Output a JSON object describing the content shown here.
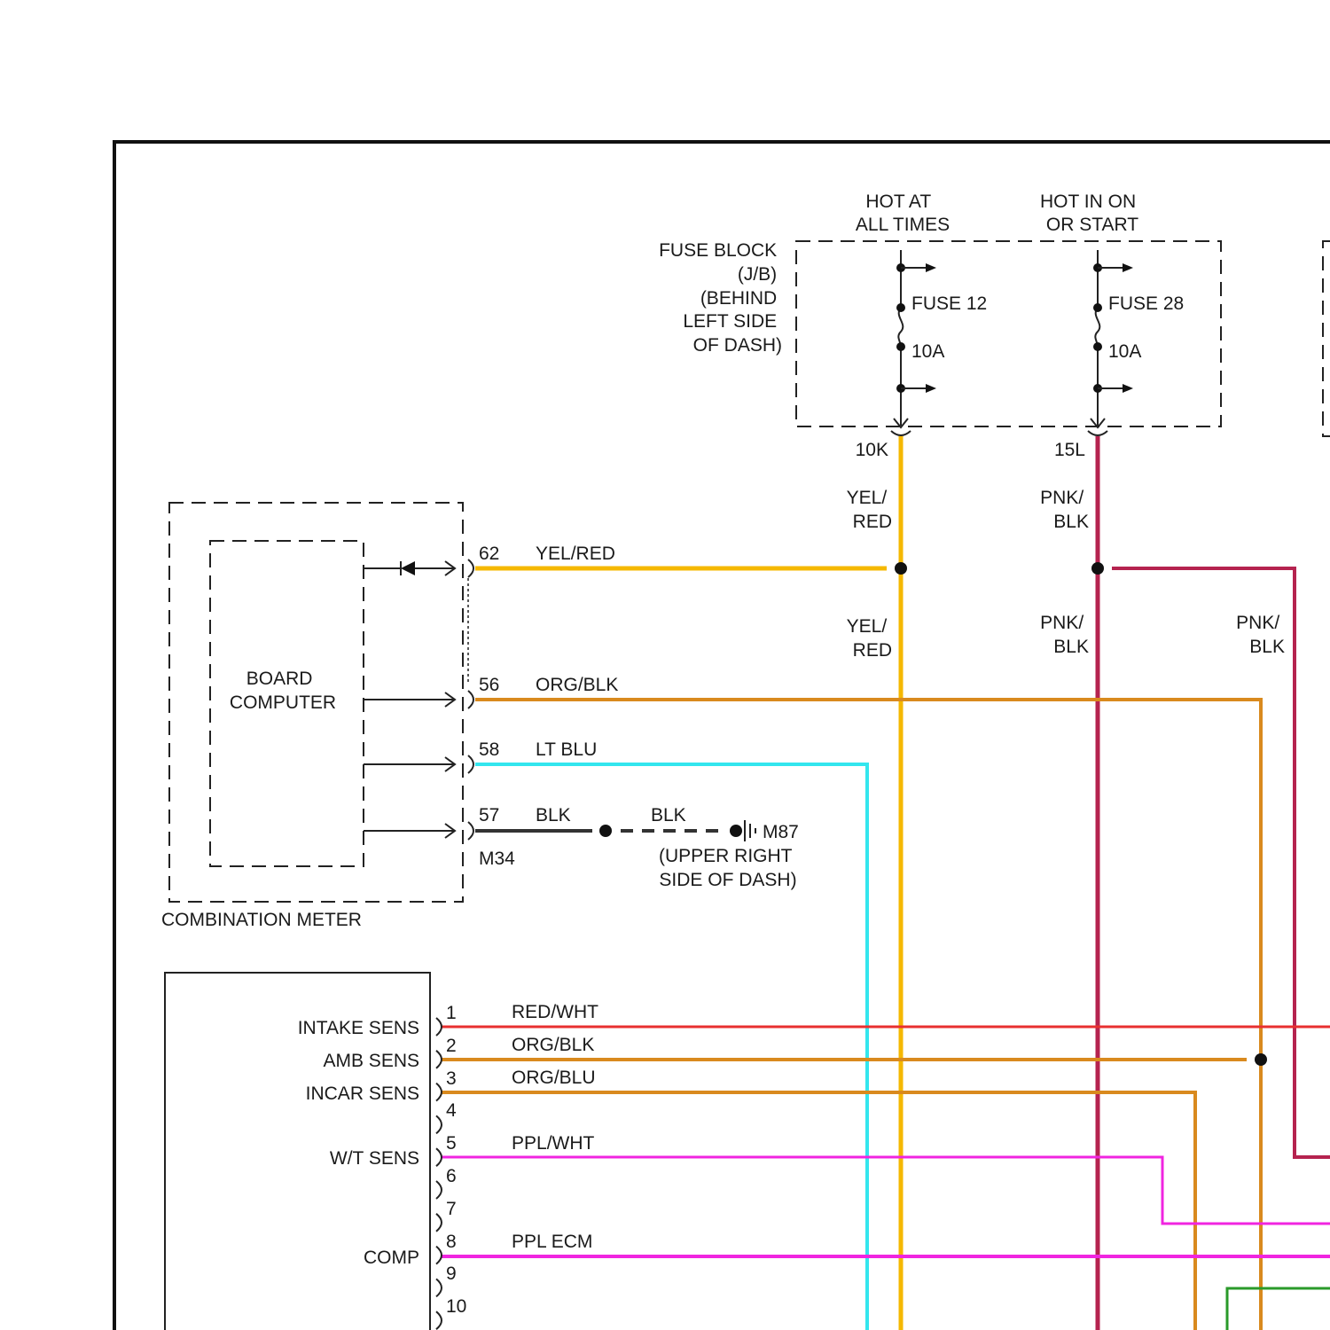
{
  "colors": {
    "yel_red": "#f5b800",
    "pnk_blk": "#b5234f",
    "org_blk": "#d98a1e",
    "lt_blu": "#33e6ee",
    "blk": "#222222",
    "red_wht": "#e83030",
    "org_blu": "#d98a1e",
    "ppl_wht": "#f025e0",
    "ppl_ecm": "#f025e0",
    "grn": "#2a9a2a"
  },
  "fuse_block": {
    "label": [
      "FUSE BLOCK",
      "(J/B)",
      "(BEHIND",
      "LEFT SIDE",
      "OF DASH)"
    ],
    "hot_at_all_times": [
      "HOT AT",
      "ALL TIMES"
    ],
    "hot_in_on": [
      "HOT IN ON",
      "OR START"
    ],
    "fuse12_name": "FUSE 12",
    "fuse12_amp": "10A",
    "fuse28_name": "FUSE 28",
    "fuse28_amp": "10A",
    "terminal_left": "10K",
    "terminal_right": "15L"
  },
  "wire_labels": {
    "yel_red_top": [
      "YEL/",
      "RED"
    ],
    "pnk_blk_top": [
      "PNK/",
      "BLK"
    ],
    "yel_red_mid": [
      "YEL/",
      "RED"
    ],
    "pnk_blk_mid": [
      "PNK/",
      "BLK"
    ],
    "pnk_blk_right": [
      "PNK/",
      "BLK"
    ]
  },
  "combination_meter": {
    "label": "COMBINATION METER",
    "board_computer": [
      "BOARD",
      "COMPUTER"
    ],
    "connector": "M34",
    "pins": [
      {
        "pin": "62",
        "wire": "YEL/RED"
      },
      {
        "pin": "56",
        "wire": "ORG/BLK"
      },
      {
        "pin": "58",
        "wire": "LT BLU"
      },
      {
        "pin": "57",
        "wire": "BLK"
      }
    ],
    "ground_wire": "BLK",
    "ground_id": "M87",
    "ground_location": [
      "(UPPER RIGHT",
      "SIDE OF DASH)"
    ]
  },
  "control_unit": {
    "pins": [
      {
        "pin": "1",
        "name": "INTAKE SENS",
        "wire": "RED/WHT"
      },
      {
        "pin": "2",
        "name": "AMB SENS",
        "wire": "ORG/BLK"
      },
      {
        "pin": "3",
        "name": "INCAR SENS",
        "wire": "ORG/BLU"
      },
      {
        "pin": "4",
        "name": "",
        "wire": ""
      },
      {
        "pin": "5",
        "name": "W/T SENS",
        "wire": "PPL/WHT"
      },
      {
        "pin": "6",
        "name": "",
        "wire": ""
      },
      {
        "pin": "7",
        "name": "",
        "wire": ""
      },
      {
        "pin": "8",
        "name": "COMP",
        "wire": "PPL ECM"
      },
      {
        "pin": "9",
        "name": "",
        "wire": ""
      },
      {
        "pin": "10",
        "name": "",
        "wire": ""
      }
    ]
  }
}
